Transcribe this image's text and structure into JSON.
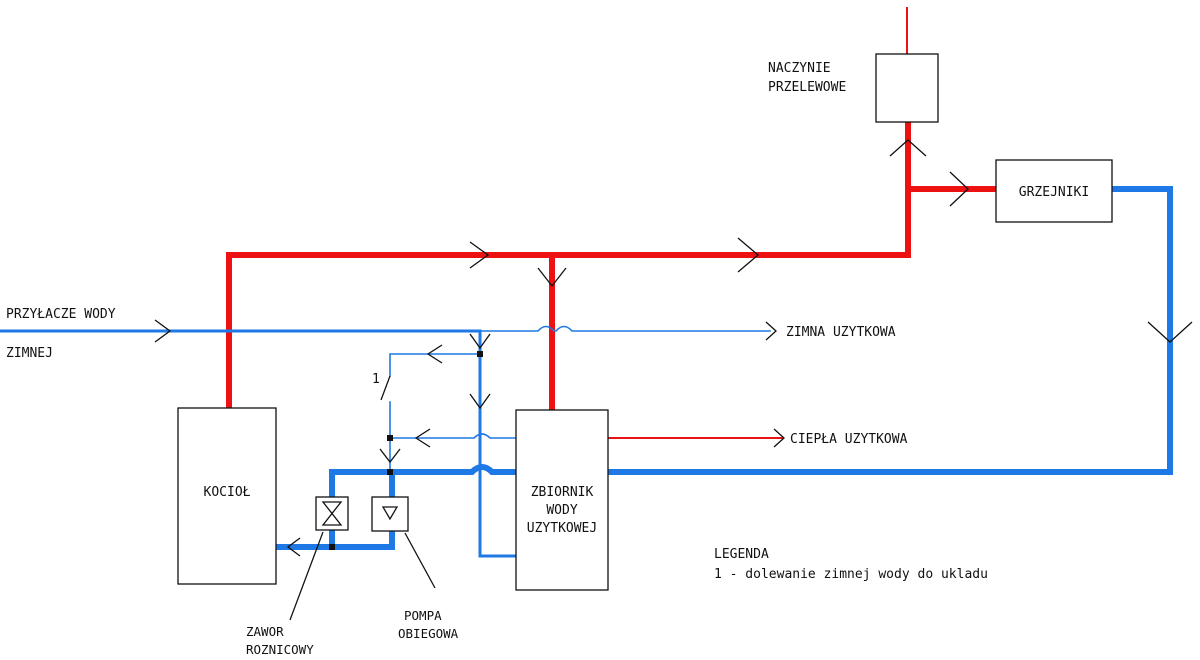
{
  "colors": {
    "hot_pipe": "#ee1111",
    "cold_pipe": "#1e78e6",
    "outline": "#111111",
    "background": "#ffffff"
  },
  "components": {
    "expansion_vessel": [
      "NACZYNIE",
      "PRZELEWOWE"
    ],
    "radiators": "GRZEJNIKI",
    "boiler": "KOCIOŁ",
    "tank": [
      "ZBIORNIK",
      "WODY",
      "UZYTKOWEJ"
    ],
    "diff_valve": [
      "ZAWOR",
      "ROZNICOWY"
    ],
    "pump": [
      "POMPA",
      "OBIEGOWA"
    ]
  },
  "labels": {
    "water_inlet": [
      "PRZYŁACZE WODY",
      "ZIMNEJ"
    ],
    "cold_outlet": "ZIMNA UZYTKOWA",
    "hot_outlet": "CIEPŁA UZYTKOWA",
    "marker_1": "1"
  },
  "legend": {
    "title": "LEGENDA",
    "item": "1 - dolewanie zimnej wody do ukladu"
  },
  "icons": [
    "flow-arrow-icon",
    "valve-hourglass-icon",
    "pump-triangle-icon"
  ]
}
